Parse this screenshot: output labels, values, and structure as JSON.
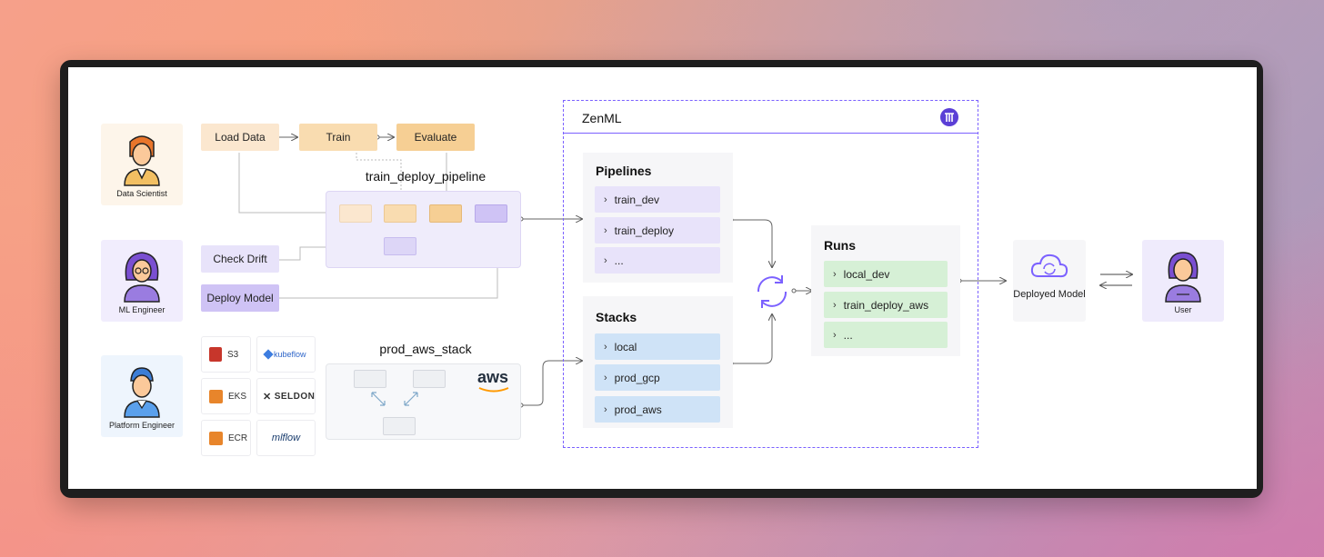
{
  "personas": {
    "data_scientist": "Data Scientist",
    "ml_engineer": "ML Engineer",
    "platform_engineer": "Platform Engineer"
  },
  "steps": {
    "load_data": "Load Data",
    "train": "Train",
    "evaluate": "Evaluate",
    "check_drift": "Check Drift",
    "deploy_model": "Deploy Model"
  },
  "pipeline_title": "train_deploy_pipeline",
  "stack_title": "prod_aws_stack",
  "aws_label": "aws",
  "tools": [
    {
      "name": "S3",
      "icon": "s3-icon"
    },
    {
      "name": "kubeflow",
      "icon": "kubeflow-icon"
    },
    {
      "name": "EKS",
      "icon": "eks-icon"
    },
    {
      "name": "SELDON",
      "icon": "seldon-icon"
    },
    {
      "name": "ECR",
      "icon": "ecr-icon"
    },
    {
      "name": "mlflow",
      "icon": "mlflow-icon"
    }
  ],
  "zenml": {
    "title": "ZenML",
    "pipelines": {
      "title": "Pipelines",
      "items": [
        "train_dev",
        "train_deploy",
        "..."
      ]
    },
    "stacks": {
      "title": "Stacks",
      "items": [
        "local",
        "prod_gcp",
        "prod_aws"
      ]
    }
  },
  "runs": {
    "title": "Runs",
    "items": [
      "local_dev",
      "train_deploy_aws",
      "..."
    ]
  },
  "deployed_model": "Deployed Model",
  "user": "User",
  "colors": {
    "beige": "#fbe7cf",
    "orange": "#f6cf94",
    "purple_light": "#e8e3fa",
    "purple": "#cfc3f5",
    "blue_item": "#cfe3f7",
    "green_item": "#d6f0d6",
    "zenml_accent": "#7b61ff"
  }
}
